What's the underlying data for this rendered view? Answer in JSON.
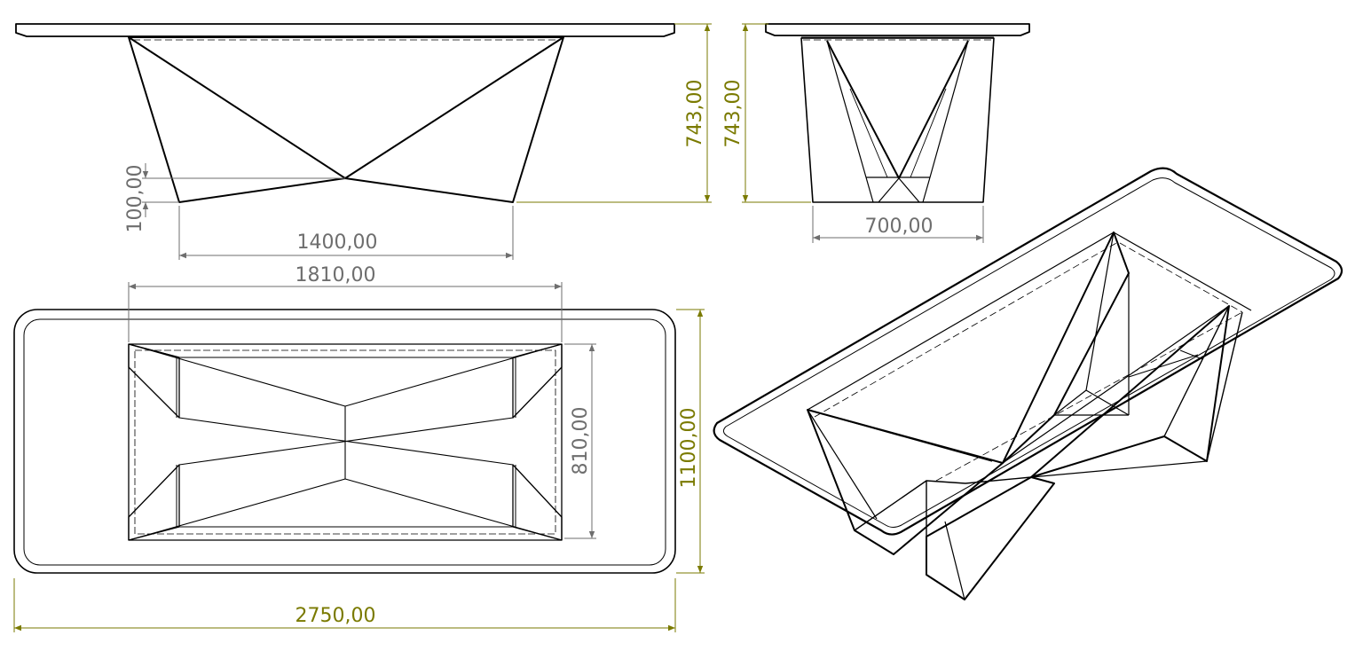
{
  "drawing": {
    "colors": {
      "outline": "#000000",
      "dim_gray": "#6e6e6e",
      "dim_olive": "#7a7a00",
      "background": "#ffffff"
    },
    "dimensions": {
      "front_height": "743,00",
      "side_height": "743,00",
      "front_offset": "100,00",
      "front_leg_span": "1400,00",
      "top_inner_length": "1810,00",
      "side_width": "700,00",
      "top_inner_width": "810,00",
      "top_overall_width": "1100,00",
      "top_overall_length": "2750,00"
    }
  }
}
